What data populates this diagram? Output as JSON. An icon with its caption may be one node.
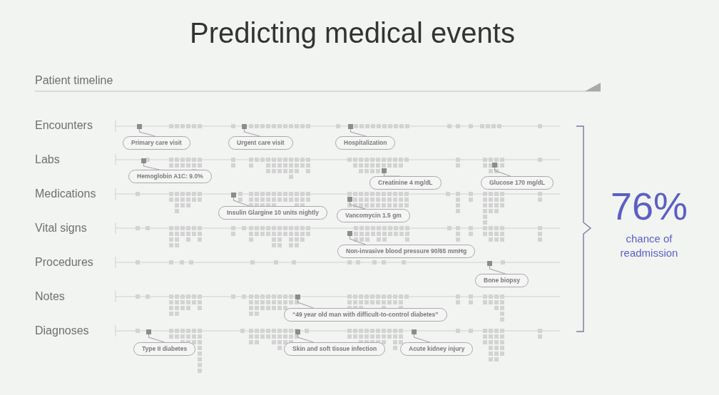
{
  "diagram": {
    "title": "Predicting medical events",
    "nodes": [
      {
        "text": [],
        "shape": "box"
      },
      {
        "text": [
          "Primary care visit"
        ]
      },
      {
        "text": [],
        "shape": "box"
      },
      {
        "text": [
          "Urgent care visit"
        ]
      },
      {
        "text": [],
        "shape": "box"
      },
      {
        "text": [
          "Hospitalization"
        ]
      },
      {
        "text": [],
        "shape": "box"
      },
      {
        "text": [
          "Hemoglobin A1C: 9.0%"
        ]
      },
      {
        "text": [],
        "shape": "box"
      },
      {
        "text": [
          "Creatinine 4 mg/dL"
        ]
      },
      {
        "text": [],
        "shape": "box"
      },
      {
        "text": [
          "Glucose 170 mg/dL"
        ]
      },
      {
        "text": [],
        "shape": "box"
      },
      {
        "text": [
          "Insulin Glargine 10 units nightly"
        ]
      },
      {
        "text": [],
        "shape": "box"
      },
      {
        "text": [
          "Vancomycin 1.5 gm"
        ]
      },
      {
        "text": [],
        "shape": "box"
      },
      {
        "text": [
          "Non-invasive blood pressure 90/65 mmHg"
        ]
      },
      {
        "text": [],
        "shape": "box"
      },
      {
        "text": [
          "Bone biopsy"
        ]
      },
      {
        "text": [],
        "shape": "box"
      },
      {
        "text": [
          "“49 year old man with difficult-to-control diabetes”"
        ]
      },
      {
        "text": [],
        "shape": "box"
      },
      {
        "text": [
          "Type II diabetes"
        ]
      },
      {
        "text": [],
        "shape": "box"
      },
      {
        "text": [
          "Skin and soft tissue infection"
        ]
      },
      {
        "text": [],
        "shape": "box"
      },
      {
        "text": [
          "Acute kidney injury"
        ]
      }
    ],
    "edges": [
      {
        "from": 1,
        "to": 0,
        "arrow": "none"
      },
      {
        "from": 3,
        "to": 2,
        "arrow": "none"
      },
      {
        "from": 5,
        "to": 4,
        "arrow": "none"
      },
      {
        "from": 7,
        "to": 6,
        "arrow": "none"
      },
      {
        "from": 9,
        "to": 8,
        "arrow": "none"
      },
      {
        "from": 11,
        "to": 10,
        "arrow": "none"
      },
      {
        "from": 13,
        "to": 12,
        "arrow": "none"
      },
      {
        "from": 15,
        "to": 14,
        "arrow": "none"
      },
      {
        "from": 17,
        "to": 16,
        "arrow": "none"
      },
      {
        "from": 19,
        "to": 18,
        "arrow": "none"
      },
      {
        "from": 21,
        "to": 20,
        "arrow": "none"
      },
      {
        "from": 23,
        "to": 22,
        "arrow": "none"
      },
      {
        "from": 25,
        "to": 24,
        "arrow": "none"
      },
      {
        "from": 27,
        "to": 26,
        "arrow": "none"
      }
    ],
    "labels": [
      "Patient timeline",
      "Encounters",
      "Labs",
      "Medications",
      "Vital signs",
      "Procedures",
      "Notes",
      "Diagnoses",
      "76%",
      "chance of readmission"
    ]
  }
}
